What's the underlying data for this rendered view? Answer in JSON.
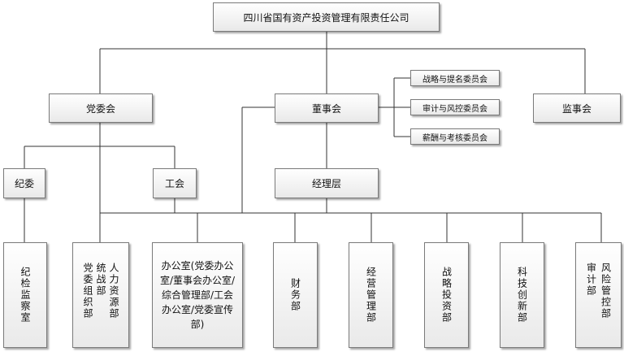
{
  "top": "四川省国有资产投资管理有限责任公司",
  "level2": {
    "party": "党委会",
    "board": "董事会",
    "supervisory": "监事会"
  },
  "committees": [
    "战略与提名委员会",
    "审计与风控委员会",
    "薪酬与考核委员会"
  ],
  "level3": {
    "discipline": "纪委",
    "union": "工会",
    "management": "经理层"
  },
  "departments": {
    "discipline_office": "纪检监察室",
    "org_col1": "党委组织部",
    "org_col2": "统战部",
    "org_col3": "人力资源部",
    "office": "办公室(党委办公室/董事会办公室/综合管理部/工会办公室/党委宣传部)",
    "finance": "财务部",
    "operations": "经营管理部",
    "strategy": "战略投资部",
    "tech": "科技创新部",
    "audit": "审计部",
    "risk": "风险管控部"
  }
}
